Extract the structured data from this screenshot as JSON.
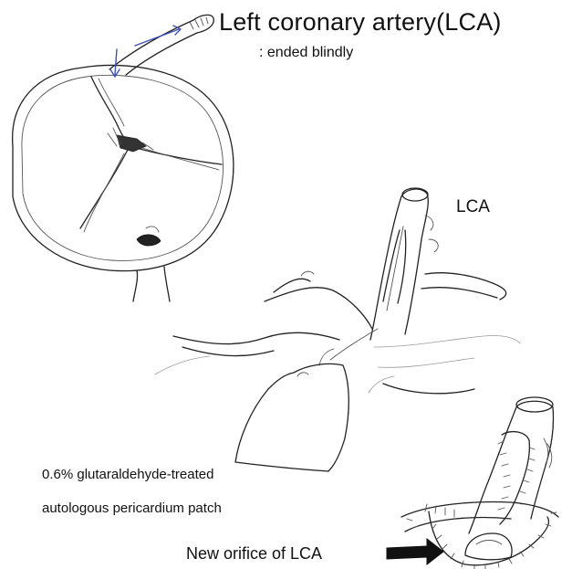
{
  "labels": {
    "lca_title": "Left coronary artery(LCA)",
    "lca_subtitle": ": ended blindly",
    "lca_label": "LCA",
    "patch_line1": "0.6% glutaraldehyde-treated",
    "patch_line2": "autologous pericardium patch",
    "orifice_label": "New orifice of LCA"
  },
  "colors": {
    "ink": "#222222",
    "annotation_arrow": "#3b4fb5",
    "background": "#ffffff"
  }
}
